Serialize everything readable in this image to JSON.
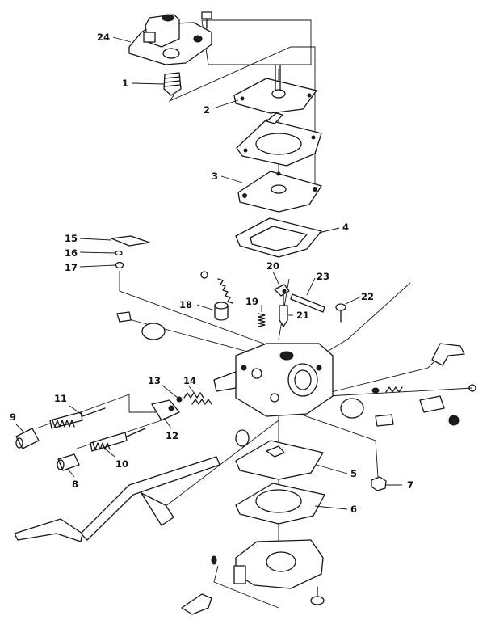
{
  "diagram": {
    "callouts": [
      {
        "id": "c1",
        "label": "1"
      },
      {
        "id": "c2",
        "label": "2"
      },
      {
        "id": "c3",
        "label": "3"
      },
      {
        "id": "c4",
        "label": "4"
      },
      {
        "id": "c5",
        "label": "5"
      },
      {
        "id": "c6",
        "label": "6"
      },
      {
        "id": "c7",
        "label": "7"
      },
      {
        "id": "c8",
        "label": "8"
      },
      {
        "id": "c9",
        "label": "9"
      },
      {
        "id": "c10",
        "label": "10"
      },
      {
        "id": "c11",
        "label": "11"
      },
      {
        "id": "c12",
        "label": "12"
      },
      {
        "id": "c13",
        "label": "13"
      },
      {
        "id": "c14",
        "label": "14"
      },
      {
        "id": "c15",
        "label": "15"
      },
      {
        "id": "c16",
        "label": "16"
      },
      {
        "id": "c17",
        "label": "17"
      },
      {
        "id": "c18",
        "label": "18"
      },
      {
        "id": "c19",
        "label": "19"
      },
      {
        "id": "c20",
        "label": "20"
      },
      {
        "id": "c21",
        "label": "21"
      },
      {
        "id": "c22",
        "label": "22"
      },
      {
        "id": "c23",
        "label": "23"
      },
      {
        "id": "c24",
        "label": "24"
      }
    ],
    "ink_color": "#151515",
    "background_color": "#ffffff"
  }
}
